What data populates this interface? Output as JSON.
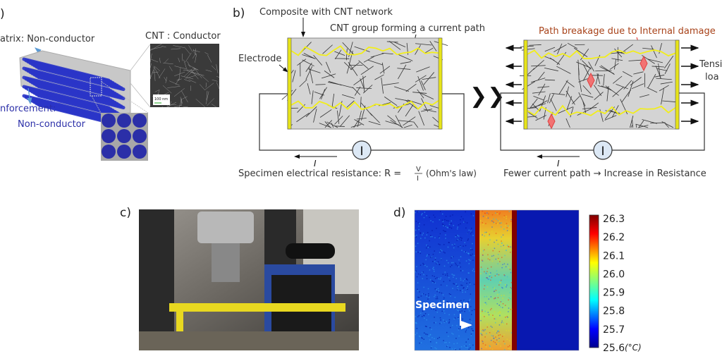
{
  "panel_a": {
    "label": ")",
    "matrix_label": "atrix: Non-conductor",
    "cnt_label": "CNT : Conductor",
    "scale_bar": "100 nm",
    "reinforcement_label_1": "nforcement:",
    "reinforcement_label_2": "Non-conductor",
    "colors": {
      "fiber": "#2a35c8",
      "reinforcement_text": "#2b2fa8"
    }
  },
  "panel_b": {
    "label": "b)",
    "composite_label": "Composite with CNT network",
    "cnt_group_label": "CNT group forming a current path",
    "electrode_label": "Electrode",
    "current_symbol": "I",
    "meter_symbol": "I",
    "resistance_text": "Specimen electrical resistance: R =",
    "formula_num": "V",
    "formula_den": "I",
    "ohms_law": "(Ohm's law)",
    "transition_symbol": "❯❯",
    "breakage_label": "Path breakage due to Internal damage",
    "tensile_label_1": "Tensi",
    "tensile_label_2": "loa",
    "result_text": "Fewer current path → Increase in Resistance",
    "colors": {
      "path": "#f2ee1a",
      "electrode": "#e7e41a",
      "breakage": "#a8431a",
      "damage": "#f27272",
      "specimen": "#d4d4d4"
    }
  },
  "panel_c": {
    "label": "c)"
  },
  "panel_d": {
    "label": "d)",
    "specimen_label": "Specimen",
    "colorbar_ticks": [
      "26.3",
      "26.2",
      "26.1",
      "26.0",
      "25.9",
      "25.8",
      "25.7",
      "25.6"
    ],
    "unit": "(°C)"
  }
}
